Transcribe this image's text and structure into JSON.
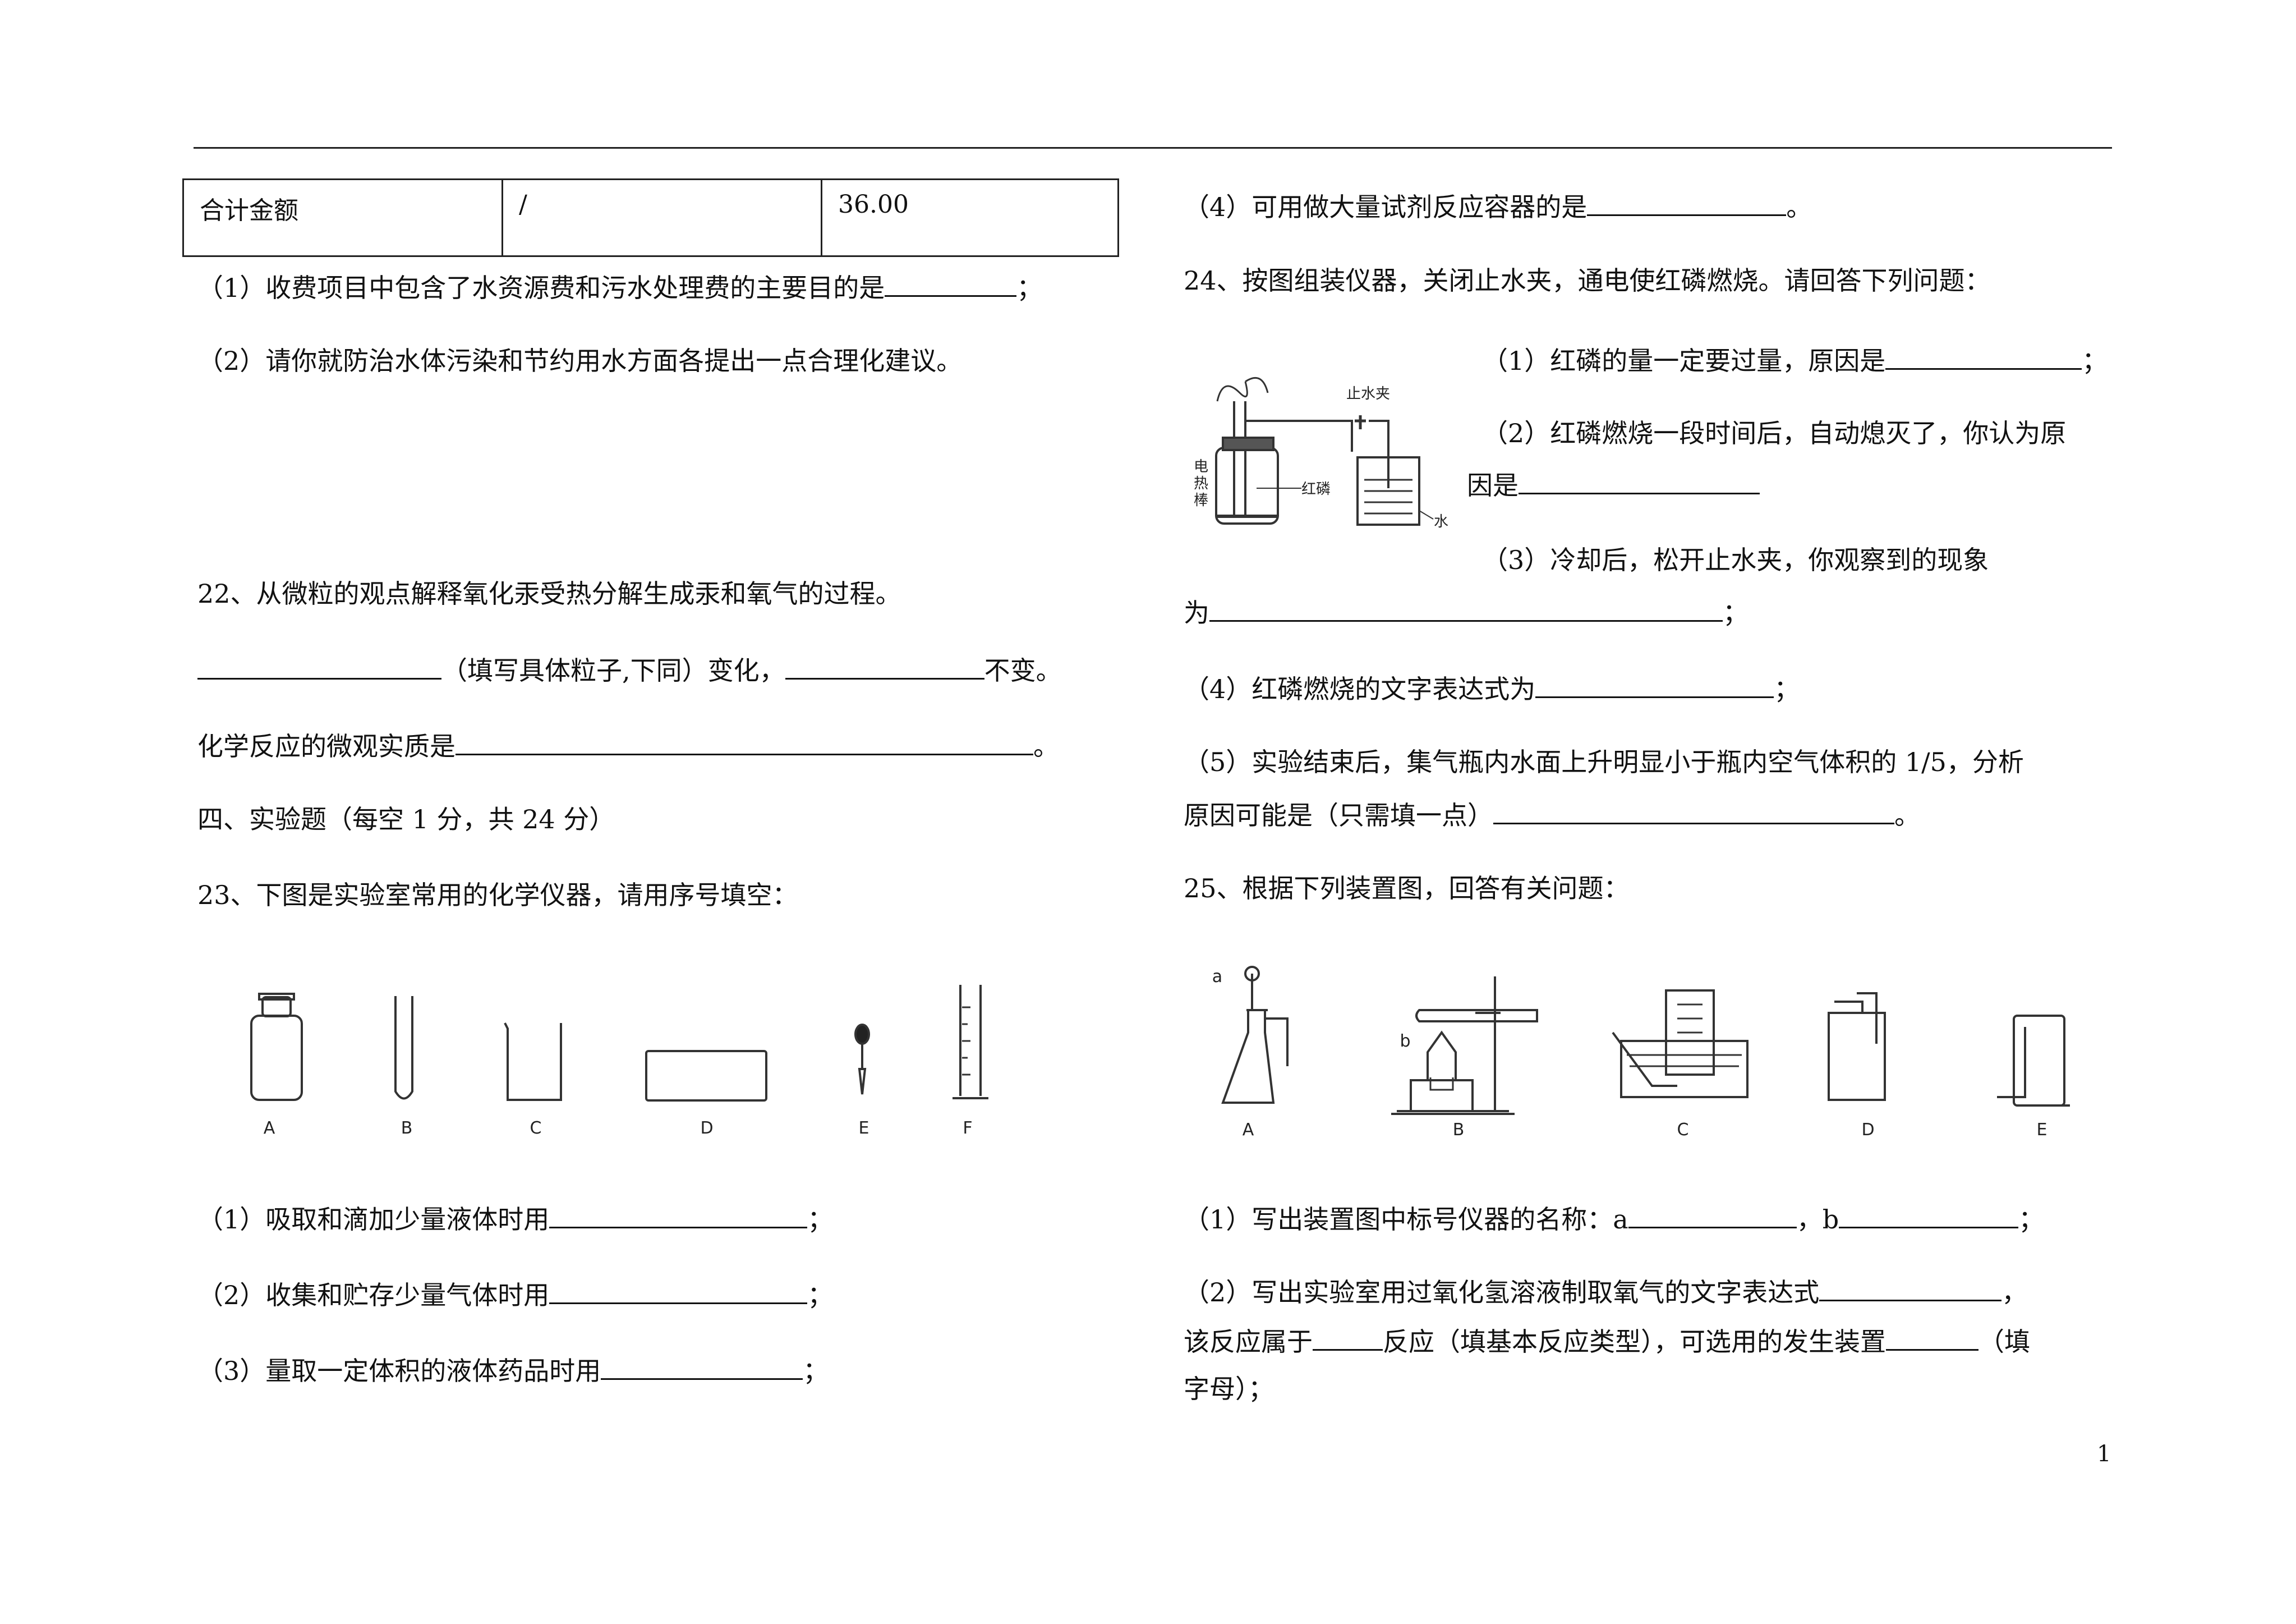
{
  "fee_table": {
    "label": "合计金额",
    "unit": "/",
    "amount": "36.00"
  },
  "left": {
    "q21_1": "（1）收费项目中包含了水资源费和污水处理费的主要目的是",
    "q21_2": "（2）请你就防治水体污染和节约用水方面各提出一点合理化建议。",
    "q22": "22、从微粒的观点解释氧化汞受热分解生成汞和氧气的过程。",
    "q22_a": "（填写具体粒子,下同）变化，",
    "q22_b": "不变。",
    "q22_c": "化学反应的微观实质是",
    "section4": "四、实验题（每空 1 分，共 24 分）",
    "q23": "23、下图是实验室常用的化学仪器，请用序号填空：",
    "q23_labels": [
      "A",
      "B",
      "C",
      "D",
      "E",
      "F"
    ],
    "q23_1": "（1）吸取和滴加少量液体时用",
    "q23_2": "（2）收集和贮存少量气体时用",
    "q23_3": "（3）量取一定体积的液体药品时用"
  },
  "right": {
    "q23_4": "（4）可用做大量试剂反应容器的是",
    "q24": "24、按图组装仪器，关闭止水夹，通电使红磷燃烧。请回答下列问题：",
    "q24_1": "（1）红磷的量一定要过量，原因是",
    "q24_2a": "（2）红磷燃烧一段时间后，自动熄灭了，你认为原",
    "q24_2b": "因是",
    "q24_3a": "（3）冷却后，松开止水夹，你观察到的现象",
    "q24_3b": "为",
    "q24_4": "（4）红磷燃烧的文字表达式为",
    "q24_5a": "（5）实验结束后，集气瓶内水面上升明显小于瓶内空气体积的 1/5，分析",
    "q24_5b": "原因可能是（只需填一点）",
    "q24_fig": {
      "clamp": "止水夹",
      "rod1": "电",
      "rod2": "热",
      "rod3": "棒",
      "phos": "红磷",
      "water": "水"
    },
    "q25": "25、根据下列装置图，回答有关问题：",
    "q25_labels": [
      "A",
      "B",
      "C",
      "D",
      "E"
    ],
    "q25_marks": [
      "a",
      "b"
    ],
    "q25_1a": "（1）写出装置图中标号仪器的名称：a",
    "q25_1b": "，b",
    "q25_2a": "（2）写出实验室用过氧化氢溶液制取氧气的文字表达式",
    "q25_2b": "该反应属于",
    "q25_2c": "反应（填基本反应类型），可选用的发生装置",
    "q25_2d": "（填",
    "q25_2e": "字母）；"
  },
  "page_number": "1",
  "punct": {
    "semi": "；",
    "period": "。",
    "comma": "，"
  }
}
